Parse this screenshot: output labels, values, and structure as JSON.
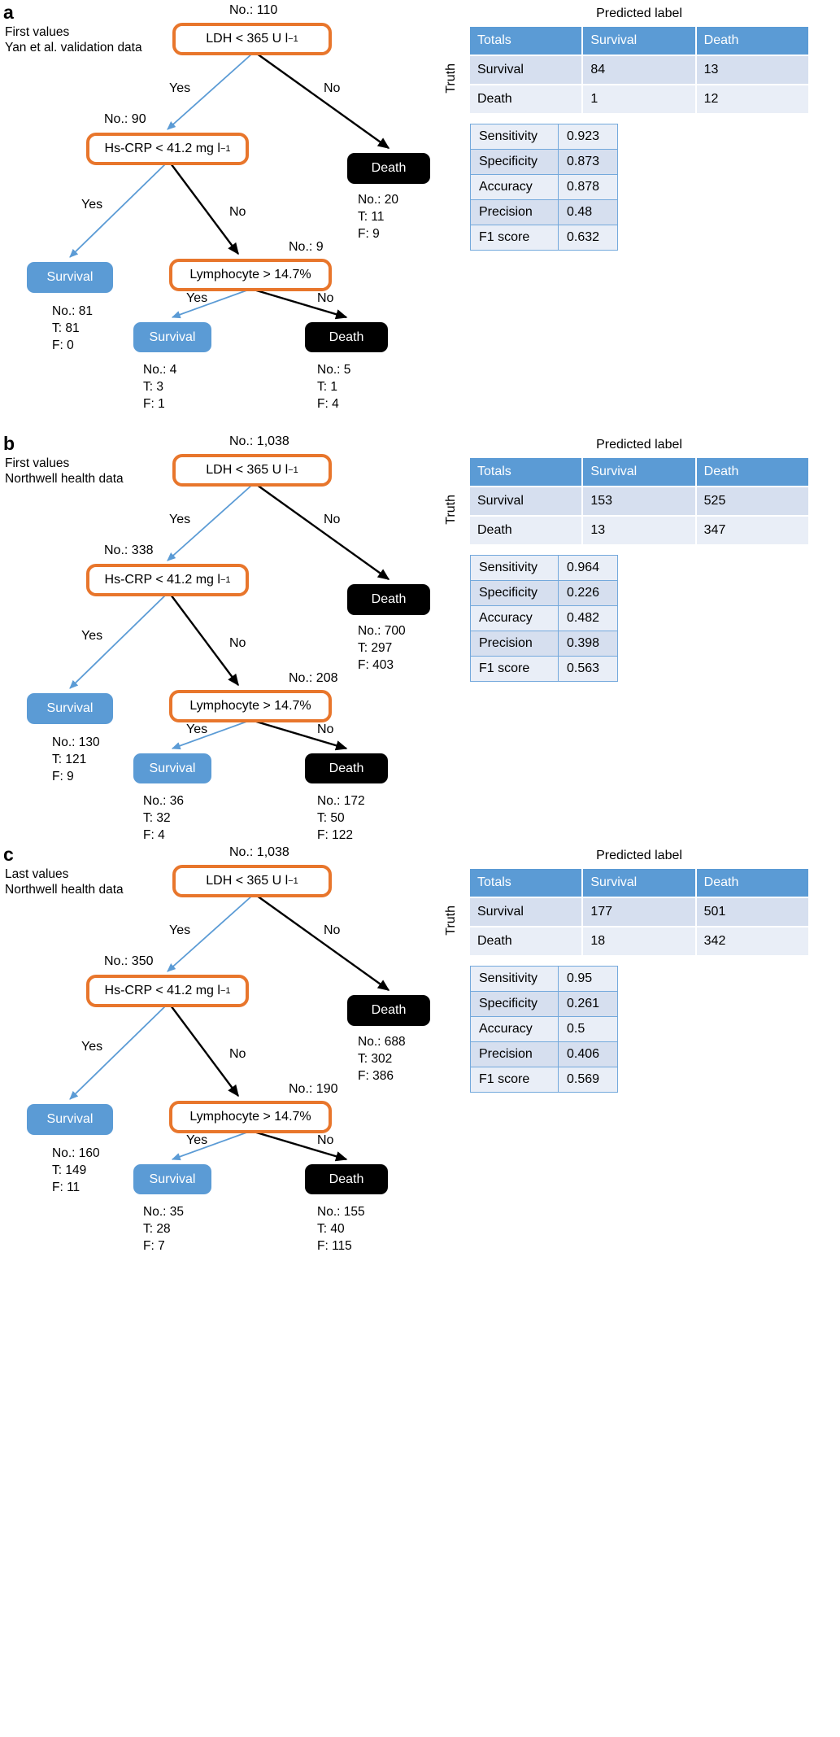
{
  "figure": {
    "panels": [
      {
        "id": "a",
        "letter": "a",
        "caption": "First values\nYan et al. validation data",
        "tree": {
          "root": {
            "label_html": "LDH < 365 U l",
            "sup": "−1",
            "count": "No.: 110"
          },
          "left_branch_label": "Yes",
          "right_branch_label": "No",
          "level2": {
            "label_html": "Hs-CRP < 41.2 mg l",
            "sup": "−1",
            "count": "No.: 90"
          },
          "level2_yes": "Yes",
          "level2_no": "No",
          "death_right": {
            "label": "Death",
            "stats": "No.: 20\nT: 11\nF: 9"
          },
          "survival_left": {
            "label": "Survival",
            "stats": "No.: 81\nT: 81\nF: 0"
          },
          "level3": {
            "label": "Lymphocyte > 14.7%",
            "count": "No.: 9"
          },
          "level3_yes": "Yes",
          "level3_no": "No",
          "survival_leaf": {
            "label": "Survival",
            "stats": "No.: 4\nT: 3\nF: 1"
          },
          "death_leaf": {
            "label": "Death",
            "stats": "No.: 5\nT: 1\nF: 4"
          }
        },
        "confusion": {
          "title": "Predicted label",
          "truth_label": "Truth",
          "headers": [
            "Totals",
            "Survival",
            "Death"
          ],
          "rows": [
            {
              "label": "Survival",
              "survival": "84",
              "death": "13"
            },
            {
              "label": "Death",
              "survival": "1",
              "death": "12"
            }
          ]
        },
        "metrics": [
          {
            "name": "Sensitivity",
            "value": "0.923"
          },
          {
            "name": "Specificity",
            "value": "0.873"
          },
          {
            "name": "Accuracy",
            "value": "0.878"
          },
          {
            "name": "Precision",
            "value": "0.48"
          },
          {
            "name": "F1 score",
            "value": "0.632"
          }
        ]
      },
      {
        "id": "b",
        "letter": "b",
        "caption": "First values\nNorthwell health data",
        "tree": {
          "root": {
            "label_html": "LDH < 365 U l",
            "sup": "−1",
            "count": "No.: 1,038"
          },
          "left_branch_label": "Yes",
          "right_branch_label": "No",
          "level2": {
            "label_html": "Hs-CRP < 41.2 mg l",
            "sup": "−1",
            "count": "No.: 338"
          },
          "level2_yes": "Yes",
          "level2_no": "No",
          "death_right": {
            "label": "Death",
            "stats": "No.: 700\nT: 297\nF: 403"
          },
          "survival_left": {
            "label": "Survival",
            "stats": "No.: 130\nT: 121\nF: 9"
          },
          "level3": {
            "label": "Lymphocyte > 14.7%",
            "count": "No.: 208"
          },
          "level3_yes": "Yes",
          "level3_no": "No",
          "survival_leaf": {
            "label": "Survival",
            "stats": "No.: 36\nT: 32\nF: 4"
          },
          "death_leaf": {
            "label": "Death",
            "stats": "No.: 172\nT: 50\nF: 122"
          }
        },
        "confusion": {
          "title": "Predicted label",
          "truth_label": "Truth",
          "headers": [
            "Totals",
            "Survival",
            "Death"
          ],
          "rows": [
            {
              "label": "Survival",
              "survival": "153",
              "death": "525"
            },
            {
              "label": "Death",
              "survival": "13",
              "death": "347"
            }
          ]
        },
        "metrics": [
          {
            "name": "Sensitivity",
            "value": "0.964"
          },
          {
            "name": "Specificity",
            "value": "0.226"
          },
          {
            "name": "Accuracy",
            "value": "0.482"
          },
          {
            "name": "Precision",
            "value": "0.398"
          },
          {
            "name": "F1 score",
            "value": "0.563"
          }
        ]
      },
      {
        "id": "c",
        "letter": "c",
        "caption": "Last values\nNorthwell health data",
        "tree": {
          "root": {
            "label_html": "LDH < 365 U l",
            "sup": "−1",
            "count": "No.: 1,038"
          },
          "left_branch_label": "Yes",
          "right_branch_label": "No",
          "level2": {
            "label_html": "Hs-CRP < 41.2 mg l",
            "sup": "−1",
            "count": "No.: 350"
          },
          "level2_yes": "Yes",
          "level2_no": "No",
          "death_right": {
            "label": "Death",
            "stats": "No.: 688\nT: 302\nF: 386"
          },
          "survival_left": {
            "label": "Survival",
            "stats": "No.: 160\nT: 149\nF: 11"
          },
          "level3": {
            "label": "Lymphocyte > 14.7%",
            "count": "No.: 190"
          },
          "level3_yes": "Yes",
          "level3_no": "No",
          "survival_leaf": {
            "label": "Survival",
            "stats": "No.: 35\nT: 28\nF: 7"
          },
          "death_leaf": {
            "label": "Death",
            "stats": "No.: 155\nT: 40\nF: 115"
          }
        },
        "confusion": {
          "title": "Predicted label",
          "truth_label": "Truth",
          "headers": [
            "Totals",
            "Survival",
            "Death"
          ],
          "rows": [
            {
              "label": "Survival",
              "survival": "177",
              "death": "501"
            },
            {
              "label": "Death",
              "survival": "18",
              "death": "342"
            }
          ]
        },
        "metrics": [
          {
            "name": "Sensitivity",
            "value": "0.95"
          },
          {
            "name": "Specificity",
            "value": "0.261"
          },
          {
            "name": "Accuracy",
            "value": "0.5"
          },
          {
            "name": "Precision",
            "value": "0.406"
          },
          {
            "name": "F1 score",
            "value": "0.569"
          }
        ]
      }
    ],
    "colors": {
      "decision_border": "#e8762c",
      "survival_fill": "#5b9bd5",
      "death_fill": "#000000",
      "table_header": "#5b9bd5",
      "table_row_light": "#e9eef7",
      "table_row_dark": "#d6dfef",
      "yes_edge": "#5b9bd5",
      "no_edge": "#000000"
    }
  }
}
